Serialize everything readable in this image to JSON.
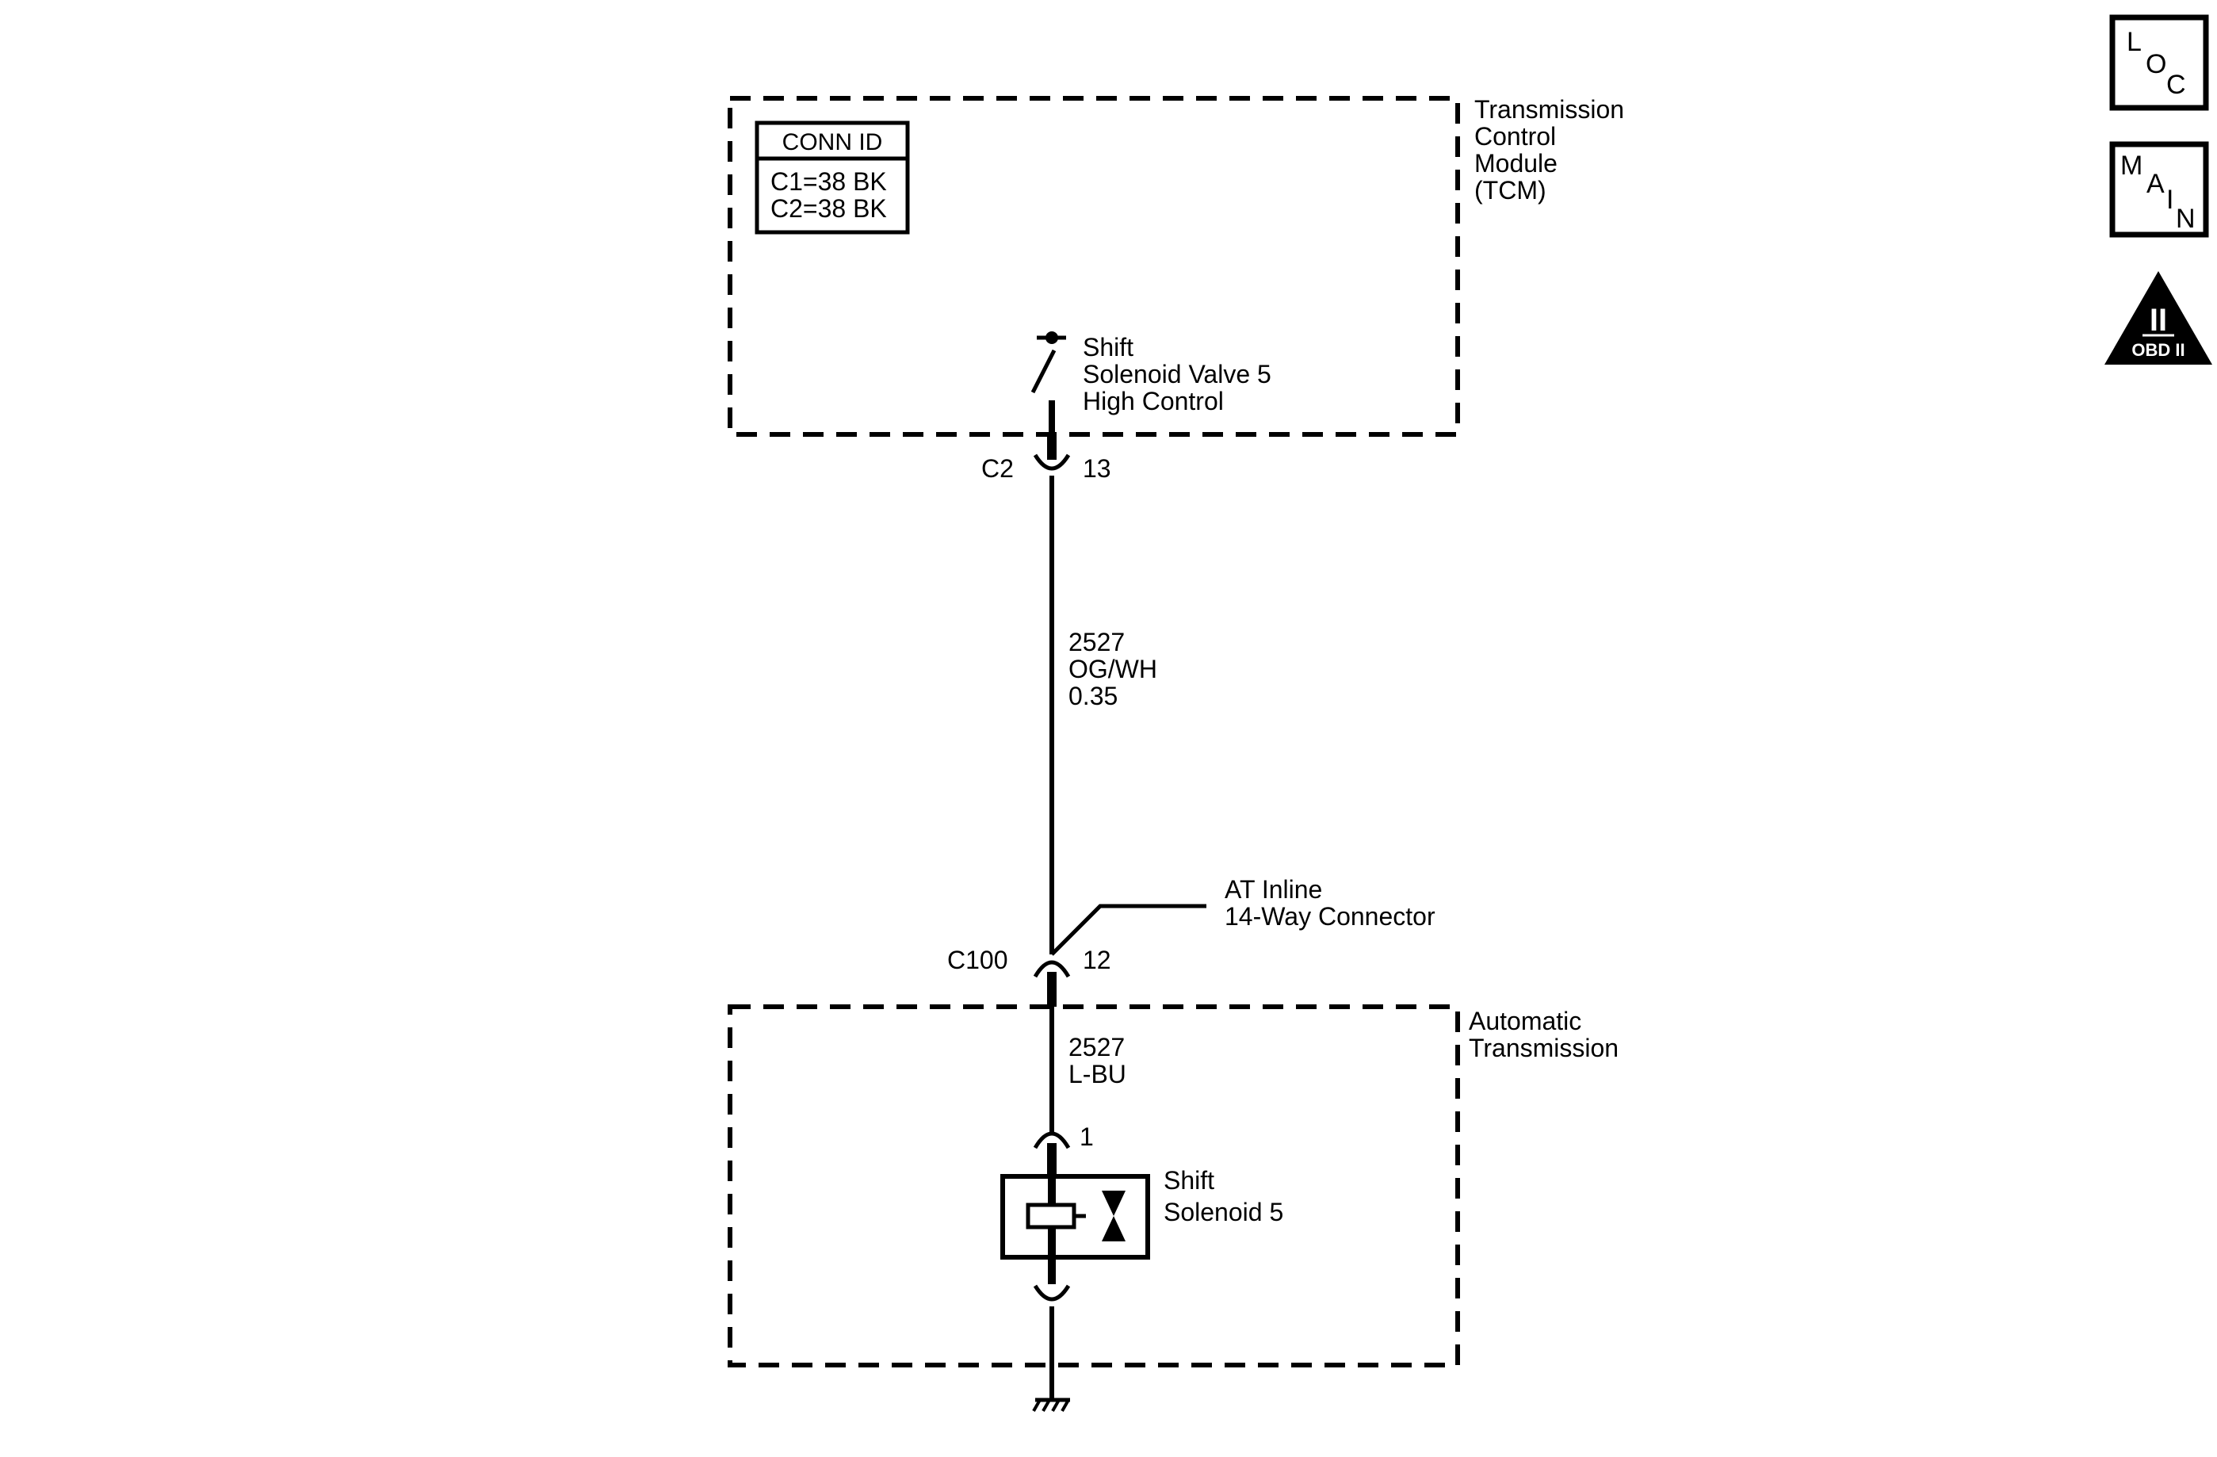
{
  "tcm": {
    "label_lines": [
      "Transmission",
      "Control",
      "Module",
      "(TCM)"
    ],
    "conn_id": {
      "title": "CONN ID",
      "lines": [
        "C1=38 BK",
        "C2=38 BK"
      ]
    },
    "switch_label_lines": [
      "Shift",
      "Solenoid Valve 5",
      "High Control"
    ]
  },
  "c2_connector": {
    "name": "C2",
    "pin": "13"
  },
  "upper_wire": {
    "lines": [
      "2527",
      "OG/WH",
      "0.35"
    ]
  },
  "inline_connector": {
    "label_lines": [
      "AT Inline",
      "14-Way Connector"
    ],
    "name": "C100",
    "pin": "12"
  },
  "automatic_transmission": {
    "label_lines": [
      "Automatic",
      "Transmission"
    ]
  },
  "lower_wire": {
    "lines": [
      "2527",
      "L-BU"
    ]
  },
  "solenoid": {
    "pin": "1",
    "label_lines": [
      "Shift",
      "Solenoid 5"
    ]
  },
  "badges": {
    "loc": [
      "L",
      "O",
      "C"
    ],
    "main": [
      "M",
      "A",
      "I",
      "N"
    ],
    "obd": {
      "big": "II",
      "small": "OBD II"
    }
  }
}
